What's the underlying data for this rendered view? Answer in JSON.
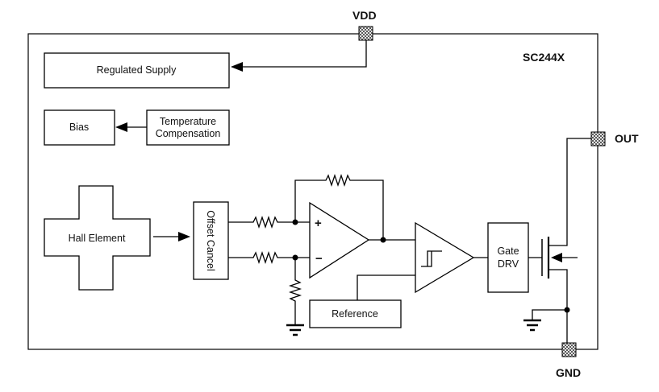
{
  "device": {
    "name": "SC244X"
  },
  "pins": {
    "vdd": "VDD",
    "out": "OUT",
    "gnd": "GND"
  },
  "blocks": {
    "regulated_supply": "Regulated Supply",
    "bias": "Bias",
    "temperature_compensation": [
      "Temperature",
      "Compensation"
    ],
    "hall_element": "Hall Element",
    "offset_cancel": "Offset Cancel",
    "reference": "Reference",
    "gate_drv": [
      "Gate",
      "DRV"
    ]
  },
  "opamp": {
    "plus": "+",
    "minus": "−"
  },
  "colors": {
    "line": "#000000",
    "pin_pad": "#9a9a9a"
  }
}
